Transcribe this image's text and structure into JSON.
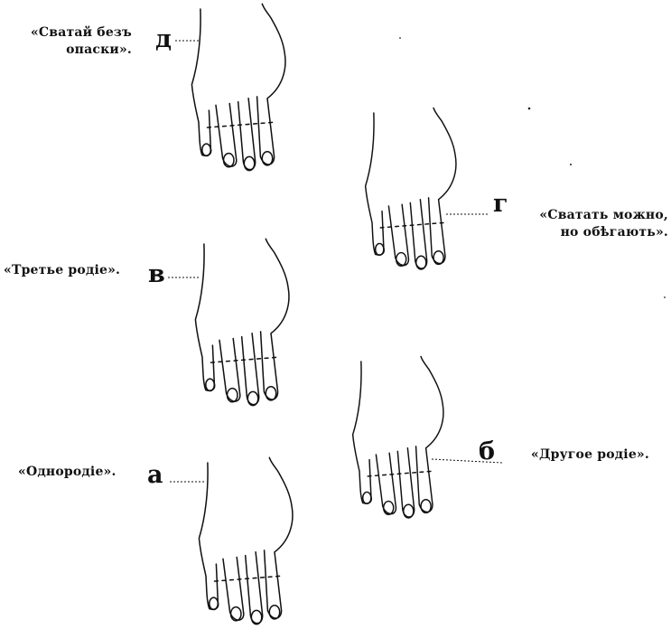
{
  "hands": [
    {
      "letter": "д",
      "caption": "«Сватай безъ\nопаски»."
    },
    {
      "letter": "г",
      "caption": "«Сватать можно,\nно обѣгають»."
    },
    {
      "letter": "в",
      "caption": "«Третье родіе»."
    },
    {
      "letter": "б",
      "caption": "«Другое родіе»."
    },
    {
      "letter": "а",
      "caption": "«Однородіе»."
    }
  ]
}
